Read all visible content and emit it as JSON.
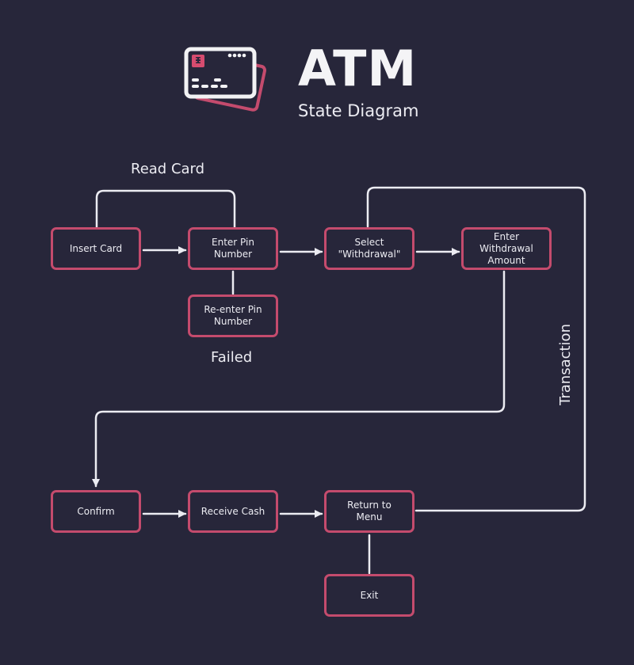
{
  "header": {
    "title": "ATM",
    "subtitle": "State Diagram",
    "icon": "atm-card-icon"
  },
  "colors": {
    "background": "#27263a",
    "box_border": "#c44b6d",
    "line": "#ececf2",
    "text": "#ececf2"
  },
  "states": [
    {
      "id": "insert-card",
      "label": "Insert Card"
    },
    {
      "id": "enter-pin",
      "label": "Enter Pin\nNumber"
    },
    {
      "id": "select-withdrawal",
      "label": "Select\n\"Withdrawal\""
    },
    {
      "id": "enter-amount",
      "label": "Enter\nWithdrawal\nAmount"
    },
    {
      "id": "reenter-pin",
      "label": "Re-enter Pin\nNumber"
    },
    {
      "id": "confirm",
      "label": "Confirm"
    },
    {
      "id": "receive-cash",
      "label": "Receive Cash"
    },
    {
      "id": "return-menu",
      "label": "Return to\nMenu"
    },
    {
      "id": "exit",
      "label": "Exit"
    }
  ],
  "edge_labels": {
    "read_card": "Read Card",
    "failed": "Failed",
    "transaction": "Transaction"
  },
  "transitions": [
    {
      "from": "insert-card",
      "to": "enter-pin",
      "label": "Read Card"
    },
    {
      "from": "enter-pin",
      "to": "select-withdrawal"
    },
    {
      "from": "enter-pin",
      "to": "reenter-pin",
      "label": "Failed"
    },
    {
      "from": "select-withdrawal",
      "to": "enter-amount"
    },
    {
      "from": "enter-amount",
      "to": "confirm"
    },
    {
      "from": "confirm",
      "to": "receive-cash"
    },
    {
      "from": "receive-cash",
      "to": "return-menu"
    },
    {
      "from": "return-menu",
      "to": "select-withdrawal",
      "label": "Transaction"
    },
    {
      "from": "return-menu",
      "to": "exit"
    }
  ]
}
